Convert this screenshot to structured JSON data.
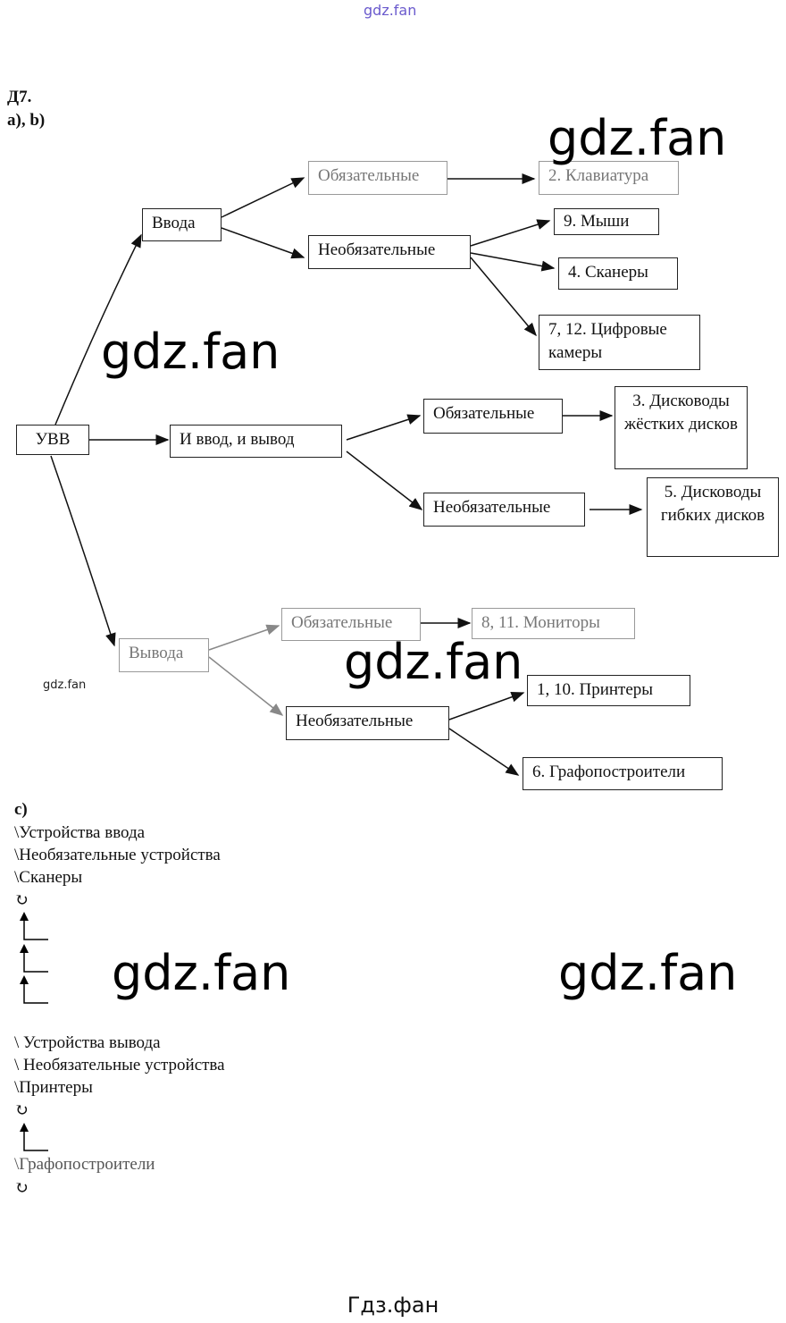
{
  "watermark": "gdz.fan",
  "footer": "Гдз.фан",
  "heading": {
    "task": "Д7.",
    "part_ab": "а), b)",
    "part_c": "с)"
  },
  "diagram": {
    "root": "УВВ",
    "input": {
      "label": "Ввода",
      "required": "Обязательные",
      "required_items": [
        "2. Клавиатура"
      ],
      "optional": "Необязательные",
      "optional_items": [
        "9. Мыши",
        "4. Сканеры",
        "7, 12. Цифровые камеры"
      ]
    },
    "io": {
      "label": "И ввод, и вывод",
      "required": "Обязательные",
      "required_items": [
        "3. Дисководы жёстких дисков"
      ],
      "optional": "Необязательные",
      "optional_items": [
        "5. Дисководы гибких дисков"
      ]
    },
    "output": {
      "label": "Вывода",
      "required": "Обязательные",
      "required_items": [
        "8, 11. Мониторы"
      ],
      "optional": "Необязательные",
      "optional_items": [
        "1, 10. Принтеры",
        "6. Графопостроители"
      ]
    }
  },
  "part_c": {
    "block1": [
      "\\Устройства ввода",
      "\\Необязательные устройства",
      "\\Сканеры"
    ],
    "block2": [
      "\\ Устройства вывода",
      "\\ Необязательные устройства",
      "\\Принтеры"
    ],
    "block2_last": "\\Графопостроители",
    "refresh_symbol": "↻"
  }
}
